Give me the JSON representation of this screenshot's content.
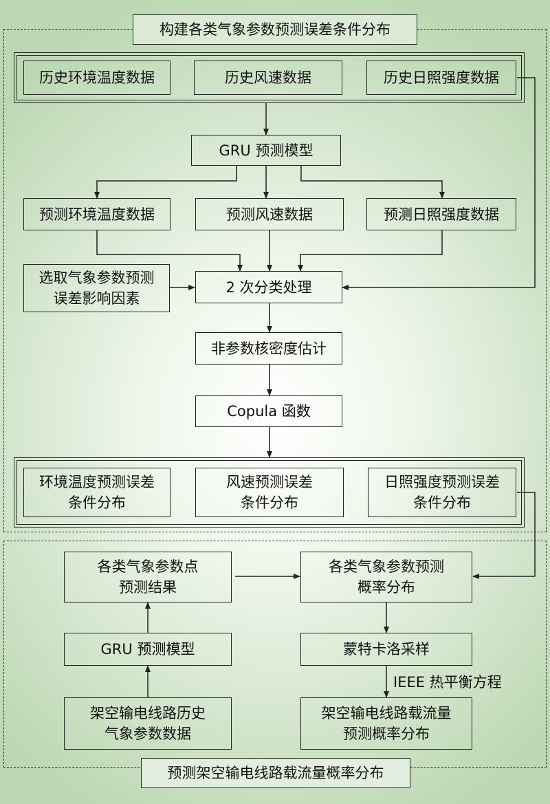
{
  "sections": {
    "top_title": "构建各类气象参数预测误差条件分布",
    "bottom_title": "预测架空输电线路载流量概率分布"
  },
  "nodes": {
    "hist_temp": "历史环境温度数据",
    "hist_wind": "历史风速数据",
    "hist_sun": "历史日照强度数据",
    "gru_top": "GRU 预测模型",
    "pred_temp": "预测环境温度数据",
    "pred_wind": "预测风速数据",
    "pred_sun": "预测日照强度数据",
    "factors": "选取气象参数预测\n误差影响因素",
    "classify": "2 次分类处理",
    "kde": "非参数核密度估计",
    "copula": "Copula 函数",
    "dist_temp": "环境温度预测误差\n条件分布",
    "dist_wind": "风速预测误差\n条件分布",
    "dist_sun": "日照强度预测误差\n条件分布",
    "point_forecast": "各类气象参数点\n预测结果",
    "prob_forecast": "各类气象参数预测\n概率分布",
    "gru_bottom": "GRU 预测模型",
    "monte_carlo": "蒙特卡洛采样",
    "line_history": "架空输电线路历史\n气象参数数据",
    "ampacity": "架空输电线路载流量\n预测概率分布"
  },
  "edge_labels": {
    "ieee": "IEEE 热平衡方程"
  }
}
